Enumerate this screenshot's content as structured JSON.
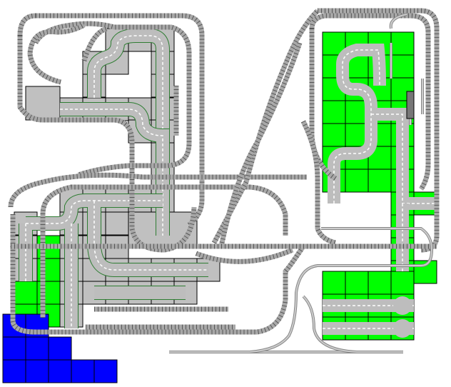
{
  "title": "",
  "colors": {
    "background": "#ffffff",
    "gray_baseplate": "#c0c0c0",
    "green_baseplate": "#00ff00",
    "blue_baseplate": "#0000ff",
    "rail": "#a8a8a8",
    "road": "#bdbdbd",
    "grid_line": "#000000"
  },
  "elements": [
    "track",
    "road",
    "baseplate"
  ]
}
